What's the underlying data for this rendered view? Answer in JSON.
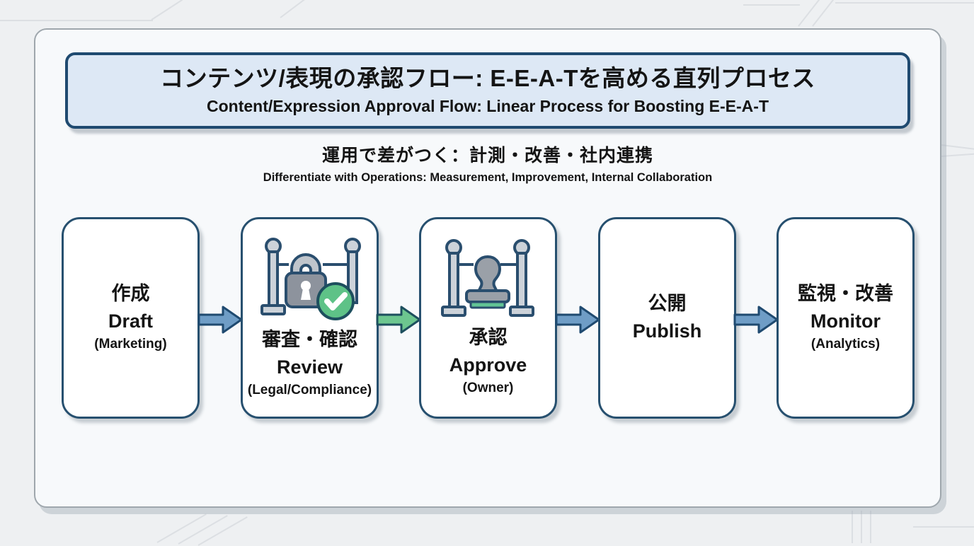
{
  "banner": {
    "title_jp": "コンテンツ/表現の承認フロー: E-E-A-Tを高める直列プロセス",
    "title_en": "Content/Expression Approval Flow: Linear Process for Boosting E-E-A-T"
  },
  "subtitle": {
    "jp": "運用で差がつく：計測・改善・社内連携",
    "en": "Differentiate with Operations: Measurement, Improvement, Internal Collaboration"
  },
  "flow": {
    "steps": [
      {
        "jp": "作成",
        "en": "Draft",
        "role": "(Marketing)",
        "icon": "none"
      },
      {
        "jp": "審査・確認",
        "en": "Review",
        "role": "(Legal/Compliance)",
        "icon": "gate-lock-check-icon"
      },
      {
        "jp": "承認",
        "en": "Approve",
        "role": "(Owner)",
        "icon": "approval-stamp-icon"
      },
      {
        "jp": "公開",
        "en": "Publish",
        "role": "",
        "icon": "none"
      },
      {
        "jp": "監視・改善",
        "en": "Monitor",
        "role": "(Analytics)",
        "icon": "none"
      }
    ],
    "arrows": [
      {
        "from": "Draft",
        "to": "Review",
        "color": "blue"
      },
      {
        "from": "Review",
        "to": "Approve",
        "color": "green"
      },
      {
        "from": "Approve",
        "to": "Publish",
        "color": "blue"
      },
      {
        "from": "Publish",
        "to": "Monitor",
        "color": "blue"
      }
    ]
  },
  "colors": {
    "accent_navy": "#1f4a70",
    "banner_bg": "#dde8f5",
    "card_bg": "#f7f9fb",
    "page_bg": "#eef0f2",
    "arrow_blue": "#6f9dc6",
    "arrow_green": "#6dc68f",
    "check_green": "#5ec287",
    "stamp_pad_green": "#62c495",
    "icon_gray": "#9aa0a8",
    "post_gray": "#ccd2d9"
  }
}
